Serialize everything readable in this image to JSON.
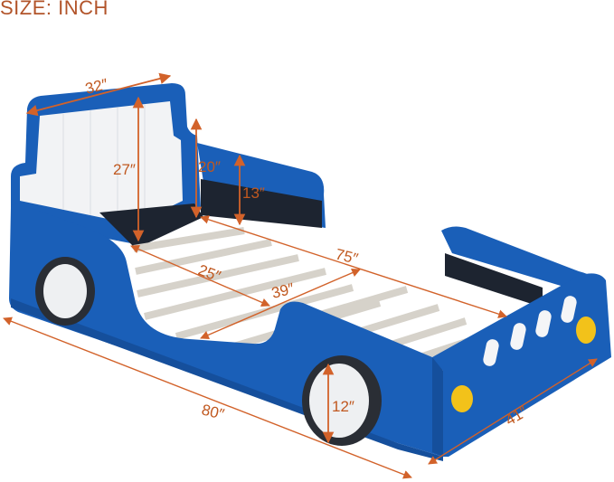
{
  "header": {
    "title": "SIZE: INCH"
  },
  "product": {
    "name": "car-shaped-bed",
    "body_color": "#1a5fb8",
    "accent_color": "#f2c21a",
    "tire_color": "#2a2e35",
    "slat_color": "#d9d6cf",
    "dimension_color": "#d2622a"
  },
  "dimensions": {
    "headboard_width": "32″",
    "headboard_height": "27″",
    "headboard_side_height": "20″",
    "side_rail_height": "13″",
    "inner_length": "75″",
    "inner_width_head": "25″",
    "inner_width": "39″",
    "overall_length": "80″",
    "overall_width": "41″",
    "wheel_diameter": "12″"
  }
}
